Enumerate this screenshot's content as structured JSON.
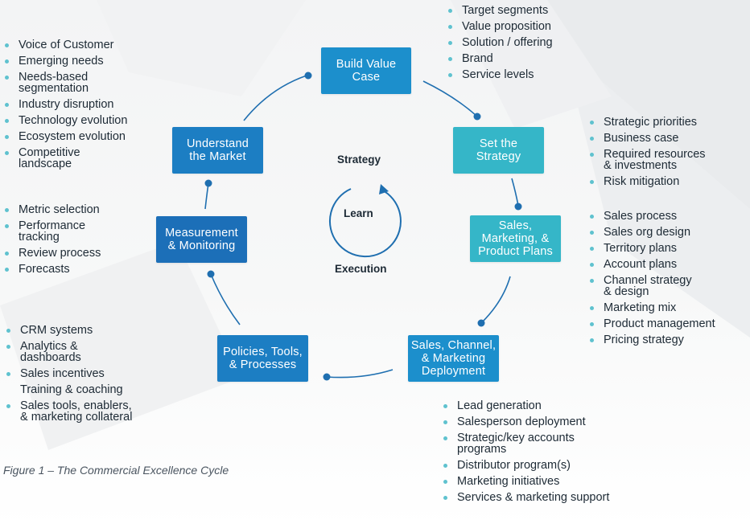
{
  "colors": {
    "stage_dark_blue": "#1c6fb8",
    "stage_blue": "#1c8fcc",
    "stage_teal": "#35b6c8",
    "connector": "#1f6fb0",
    "bullet": "#5fc2cf"
  },
  "center": {
    "strategy": "Strategy",
    "learn": "Learn",
    "execution": "Execution"
  },
  "stages": {
    "build_value_case": {
      "label": "Build Value\nCase",
      "items": [
        "Target segments",
        "Value proposition",
        "Solution / offering",
        "Brand",
        "Service levels"
      ]
    },
    "set_the_strategy": {
      "label": "Set the\nStrategy",
      "items": [
        "Strategic priorities",
        "Business case",
        "Required resources\n& investments",
        "Risk mitigation"
      ]
    },
    "sales_marketing_product_plans": {
      "label": "Sales,\nMarketing, &\nProduct Plans",
      "items": [
        "Sales process",
        "Sales org design",
        "Territory plans",
        "Account plans",
        "Channel strategy\n& design",
        "Marketing mix",
        "Product management",
        "Pricing strategy"
      ]
    },
    "sales_channel_marketing_deployment": {
      "label": "Sales, Channel,\n& Marketing\nDeployment",
      "items": [
        "Lead generation",
        "Salesperson deployment",
        "Strategic/key accounts\nprograms",
        "Distributor program(s)",
        "Marketing initiatives",
        "Services & marketing support"
      ]
    },
    "policies_tools_processes": {
      "label": "Policies, Tools,\n& Processes",
      "items": [
        "CRM systems",
        "Analytics &\ndashboards",
        "Sales incentives",
        "Training & coaching",
        "Sales tools, enablers,\n& marketing collateral"
      ]
    },
    "measurement_monitoring": {
      "label": "Measurement\n& Monitoring",
      "items": [
        "Metric selection",
        "Performance\ntracking",
        "Review process",
        "Forecasts"
      ]
    },
    "understand_the_market": {
      "label": "Understand\nthe Market",
      "items": [
        "Voice of Customer",
        "Emerging needs",
        "Needs-based\nsegmentation",
        "Industry disruption",
        "Technology evolution",
        "Ecosystem evolution",
        "Competitive\nlandscape"
      ]
    }
  },
  "caption": "Figure 1 – The Commercial Excellence Cycle"
}
